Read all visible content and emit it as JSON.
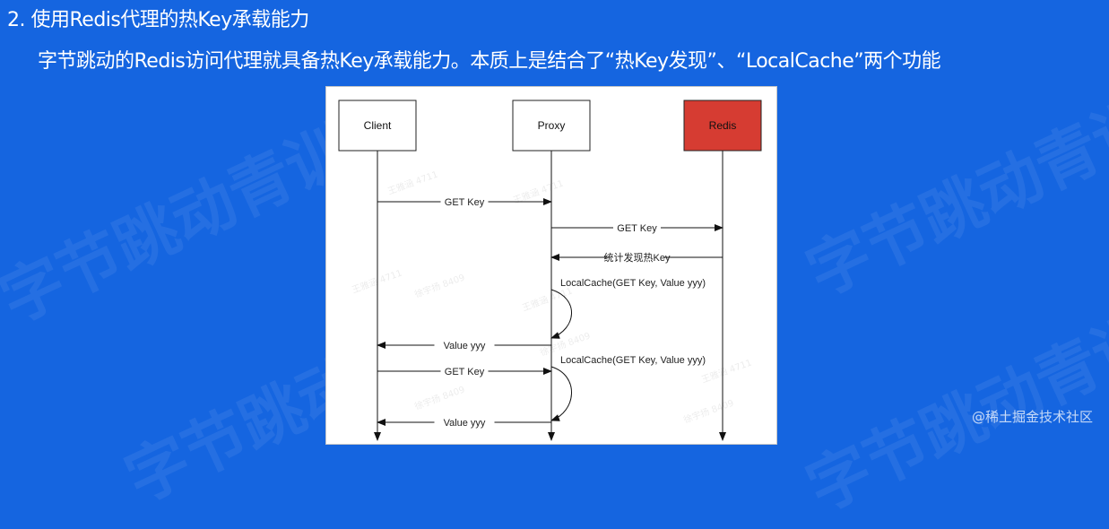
{
  "heading": "2. 使用Redis代理的热Key承载能力",
  "subheading": "字节跳动的Redis访问代理就具备热Key承载能力。本质上是结合了“热Key发现”、“LocalCache”两个功能",
  "watermark_text": "字节跳动青训营",
  "footer_watermark": "@稀土掘金技术社区",
  "diagram": {
    "participants": [
      {
        "name": "Client",
        "fill": "#ffffff"
      },
      {
        "name": "Proxy",
        "fill": "#ffffff"
      },
      {
        "name": "Redis",
        "fill": "#d63c32"
      }
    ],
    "messages": [
      {
        "label": "GET Key",
        "from": 0,
        "to": 1
      },
      {
        "label": "GET Key",
        "from": 1,
        "to": 2
      },
      {
        "label": "统计发现热Key",
        "from": 2,
        "to": 1
      },
      {
        "label": "LocalCache(GET Key, Value yyy)",
        "from": 1,
        "to": 1
      },
      {
        "label": "Value yyy",
        "from": 1,
        "to": 0
      },
      {
        "label": "GET Key",
        "from": 0,
        "to": 1
      },
      {
        "label": "LocalCache(GET Key, Value yyy)",
        "from": 1,
        "to": 1
      },
      {
        "label": "Value yyy",
        "from": 1,
        "to": 0
      }
    ]
  },
  "colors": {
    "background": "#1565e0",
    "redis_box": "#d63c32"
  }
}
